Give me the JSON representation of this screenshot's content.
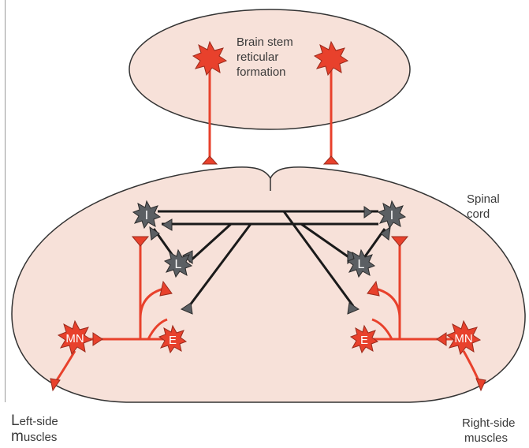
{
  "labels": {
    "brainstem_line1": "Brain stem",
    "brainstem_line2": "reticular",
    "brainstem_line3": "formation",
    "spinal_line1": "Spinal",
    "spinal_line2": "cord",
    "left_muscles_initial1": "L",
    "left_muscles_rest1": "eft-side",
    "left_muscles_initial2": "m",
    "left_muscles_rest2": "uscles",
    "right_muscles_line1": "Right-side",
    "right_muscles_line2": "muscles"
  },
  "neurons": {
    "inhibitory": "I",
    "lateral": "L",
    "excitatory": "E",
    "motor": "MN"
  },
  "colors": {
    "tissue_fill": "#f7e1d9",
    "outline": "#333333",
    "excitatory_red": "#e8412c",
    "inhibitory_gray": "#5b5f63",
    "axon_black": "#1a1a1a",
    "text": "#3a3a3a"
  }
}
